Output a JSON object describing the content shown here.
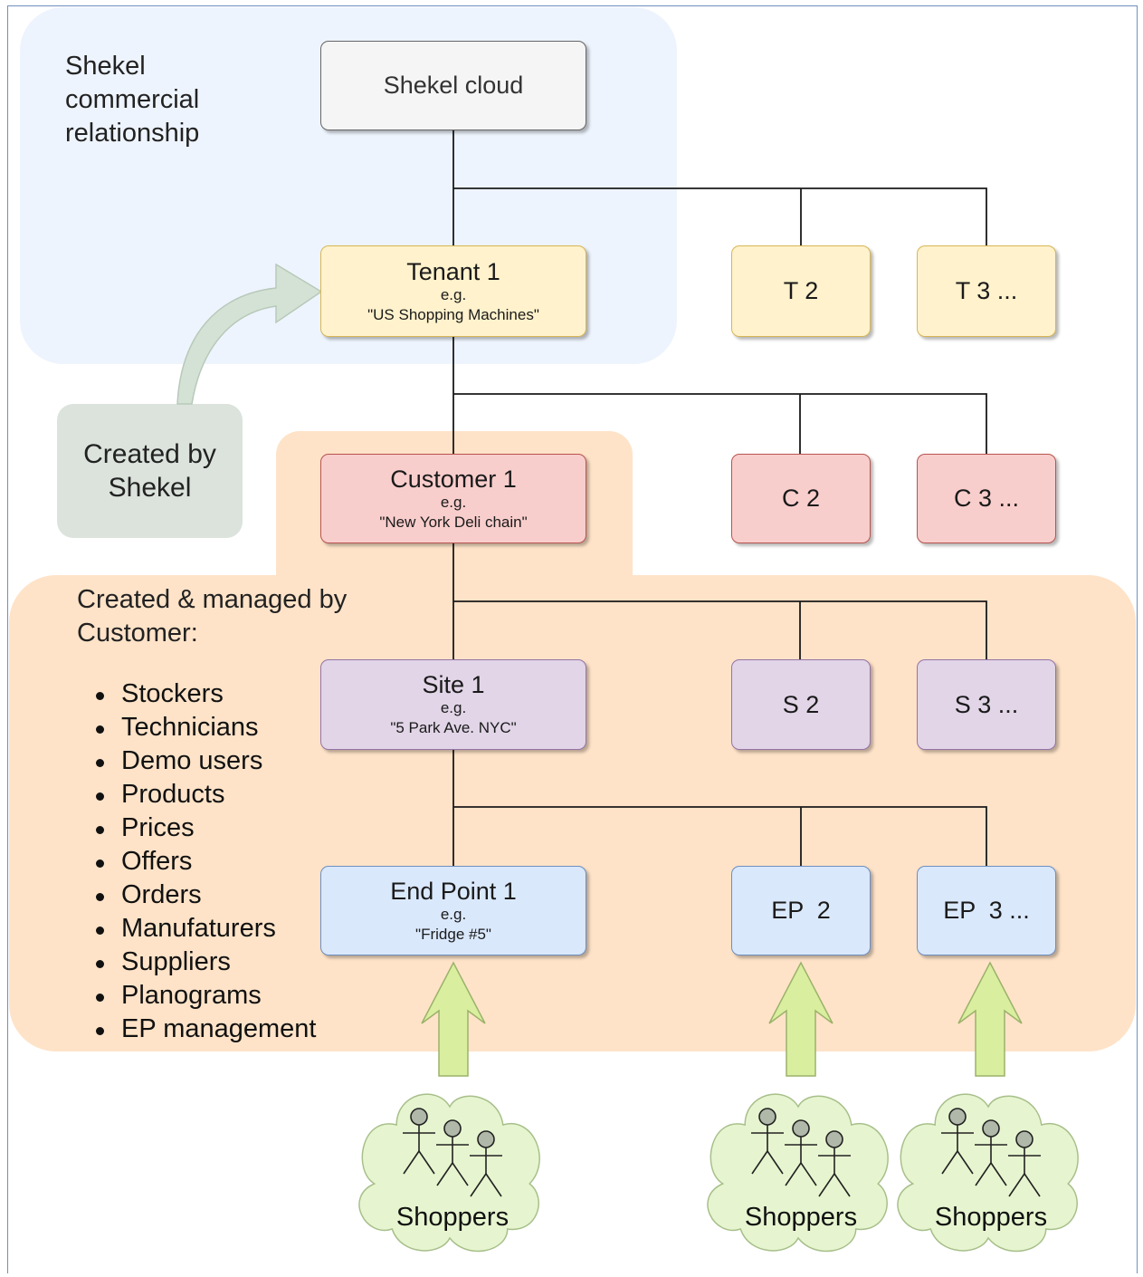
{
  "regions": {
    "commercial_label": "Shekel commercial relationship",
    "created_by_shekel": "Created by Shekel",
    "created_managed_label": "Created & managed by Customer:"
  },
  "managed_items": [
    "Stockers",
    "Technicians",
    "Demo users",
    "Products",
    "Prices",
    "Offers",
    "Orders",
    "Manufaturers",
    "Suppliers",
    "Planograms",
    "EP management"
  ],
  "nodes": {
    "cloud": "Shekel cloud",
    "tenant1": {
      "title": "Tenant 1",
      "eg": "e.g.",
      "example": "\"US Shopping Machines\""
    },
    "t2": "T 2",
    "t3": "T 3 ...",
    "customer1": {
      "title": "Customer 1",
      "eg": "e.g.",
      "example": "\"New York Deli chain\""
    },
    "c2": "C 2",
    "c3": "C 3 ...",
    "site1": {
      "title": "Site 1",
      "eg": "e.g.",
      "example": "\"5 Park Ave. NYC\""
    },
    "s2": "S 2",
    "s3": "S 3 ...",
    "ep1": {
      "title": "End Point 1",
      "eg": "e.g.",
      "example": "\"Fridge #5\""
    },
    "ep2": "EP  2",
    "ep3": "EP  3 ..."
  },
  "shoppers": [
    "Shoppers",
    "Shoppers",
    "Shoppers"
  ],
  "colors": {
    "tenant_fill": "#fff2cc",
    "customer_fill": "#f8cecc",
    "site_fill": "#e1d5e7",
    "endpoint_fill": "#dae8fc",
    "shopper_cloud_fill": "#e6f5cf",
    "arrow_fill": "#d9ef9f",
    "shekel_region": "#eef4fd",
    "customer_region": "#fee3c8"
  }
}
